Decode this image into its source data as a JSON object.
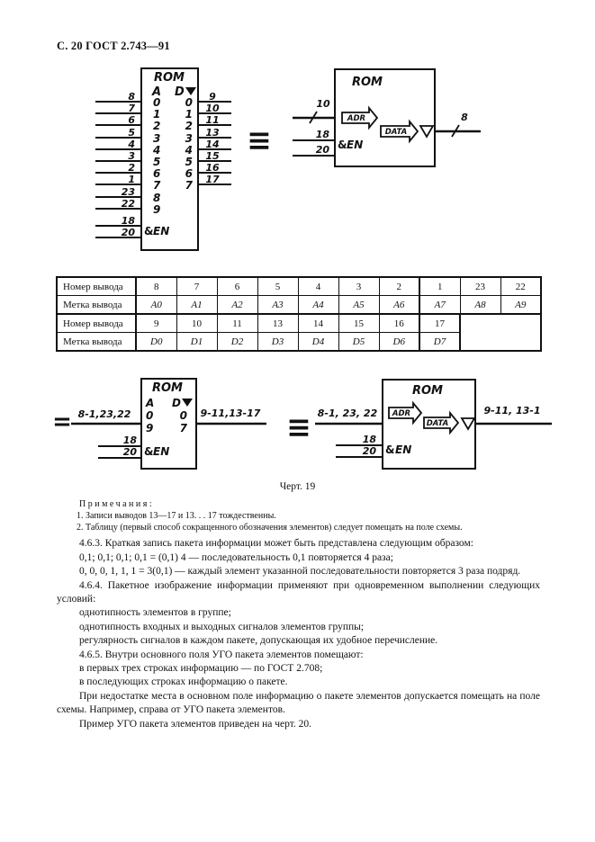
{
  "page": {
    "header": "С. 20 ГОСТ 2.743—91",
    "caption": "Черт. 19"
  },
  "diagram1": {
    "equiv": "≡",
    "left": {
      "title": "ROM",
      "a_label": "A",
      "d_label": "D",
      "a_digits": [
        "0",
        "1",
        "2",
        "3",
        "4",
        "5",
        "6",
        "7",
        "8",
        "9"
      ],
      "d_digits": [
        "0",
        "1",
        "2",
        "3",
        "4",
        "5",
        "6",
        "7"
      ],
      "left_pins": [
        "8",
        "7",
        "6",
        "5",
        "4",
        "3",
        "2",
        "1",
        "23",
        "22"
      ],
      "right_pins": [
        "9",
        "10",
        "11",
        "13",
        "14",
        "15",
        "16",
        "17"
      ],
      "en_amp": "&",
      "en_label": "EN",
      "en_pins": [
        "18",
        "20"
      ]
    },
    "right": {
      "title": "ROM",
      "adr_label": "ADR",
      "data_label": "DATA",
      "en_amp": "&",
      "en_label": "EN",
      "input_bus": "10",
      "output_bus": "8",
      "en_pins": [
        "18",
        "20"
      ]
    }
  },
  "pin_table": {
    "rows": [
      {
        "label": "Номер вывода",
        "cells": [
          "8",
          "7",
          "6",
          "5",
          "4",
          "3",
          "2",
          "1",
          "23",
          "22"
        ]
      },
      {
        "label": "Метка вывода",
        "cells": [
          "A0",
          "A1",
          "A2",
          "A3",
          "A4",
          "A5",
          "A6",
          "A7",
          "A8",
          "A9"
        ]
      },
      {
        "label": "Номер вывода",
        "cells": [
          "9",
          "10",
          "11",
          "13",
          "14",
          "15",
          "16",
          "17"
        ]
      },
      {
        "label": "Метка вывода",
        "cells": [
          "D0",
          "D1",
          "D2",
          "D3",
          "D4",
          "D5",
          "D6",
          "D7"
        ]
      }
    ]
  },
  "diagram2": {
    "equals": "=",
    "equiv": "≡",
    "left": {
      "title": "ROM",
      "a_label": "A",
      "a_top": "0",
      "a_bottom": "9",
      "d_label": "D",
      "d_top": "0",
      "d_bottom": "7",
      "input_bus": "8-1,23,22",
      "output_bus": "9-11,13-17",
      "en_amp": "&",
      "en_label": "EN",
      "en_pins": [
        "18",
        "20"
      ]
    },
    "right": {
      "title": "ROM",
      "adr_label": "ADR",
      "data_label": "DATA",
      "input_bus": "8-1, 23, 22",
      "output_bus": "9-11, 13-1",
      "en_amp": "&",
      "en_label": "EN",
      "en_pins": [
        "18",
        "20"
      ]
    }
  },
  "notes": {
    "title": "Примечания:",
    "items": [
      "1. Записи выводов 13—17 и 13. . . 17 тождественны.",
      "2. Таблицу (первый способ сокращенного обозначения элементов) следует помещать на поле схемы."
    ]
  },
  "body": {
    "paragraphs": [
      "4.6.3. Краткая запись пакета информации может быть представлена следующим образом:",
      "0,1; 0,1; 0,1; 0,1 = (0,1) 4 — последовательность 0,1 повторяется 4 раза;",
      "0, 0, 0, 1, 1, 1 = 3(0,1) — каждый элемент указанной последовательности повторяется 3 раза подряд.",
      "4.6.4. Пакетное изображение информации применяют при одновременном выполнении следующих условий:",
      "однотипность элементов в группе;",
      "однотипность входных и выходных сигналов элементов группы;",
      "регулярность сигналов в каждом пакете, допускающая их удобное перечисление.",
      "4.6.5. Внутри основного поля УГО пакета элементов помещают:",
      "в первых трех строках информацию — по ГОСТ 2.708;",
      "в последующих строках информацию о пакете.",
      "При недостатке места в основном поле информацию о пакете элементов допускается помещать на поле схемы. Например, справа от УГО пакета элементов.",
      "Пример УГО пакета элементов приведен на черт. 20."
    ]
  }
}
